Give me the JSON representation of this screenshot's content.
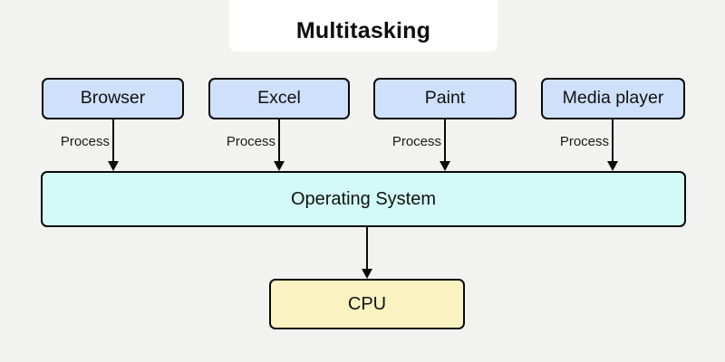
{
  "diagram": {
    "title": "Multitasking",
    "background_color": "#f2f2f0",
    "title_card_color": "#ffffff",
    "applications": [
      {
        "label": "Browser",
        "edge_label": "Process",
        "fill": "#cfe0fb"
      },
      {
        "label": "Excel",
        "edge_label": "Process",
        "fill": "#cfe0fb"
      },
      {
        "label": "Paint",
        "edge_label": "Process",
        "fill": "#cfe0fb"
      },
      {
        "label": "Media player",
        "edge_label": "Process",
        "fill": "#cfe0fb"
      }
    ],
    "operating_system": {
      "label": "Operating System",
      "fill": "#d3f9f9"
    },
    "cpu": {
      "label": "CPU",
      "fill": "#faf2c0"
    },
    "stroke_color": "#0a0a0a"
  }
}
